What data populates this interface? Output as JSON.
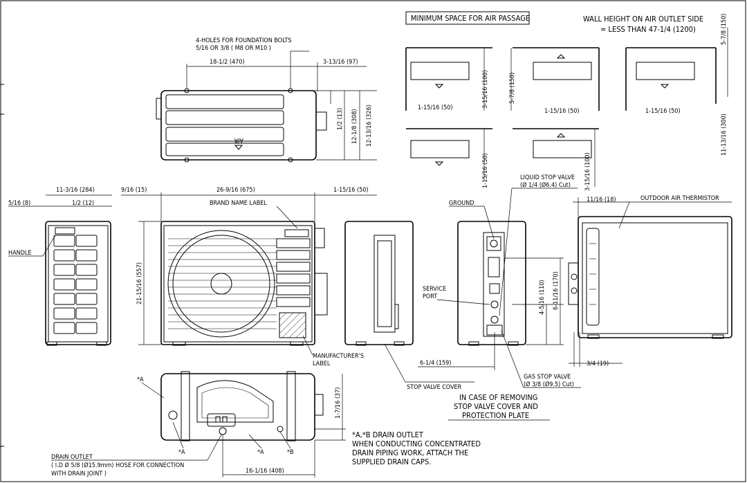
{
  "labels": {
    "foundation_holes": "4-HOLES FOR FOUNDATION BOLTS",
    "foundation_holes_size": "5/16 OR 3/8 ( M8 OR M10 )",
    "min_space": "MINIMUM SPACE FOR AIR PASSAGE",
    "wall_height_1": "WALL HEIGHT ON AIR OUTLET SIDE",
    "wall_height_2": "= LESS THAN 47-1/4 (1200)",
    "brand_name_label": "BRAND NAME LABEL",
    "handle": "HANDLE",
    "ground": "GROUND",
    "liquid_valve_1": "LIQUID STOP VALVE",
    "liquid_valve_2": "(Ø 1/4 (Ø6.4) Cut)",
    "outdoor_thermistor": "OUTDOOR AIR THERMISTOR",
    "service_port_1": "SERVICE",
    "service_port_2": "PORT",
    "manufacturer_label_1": "MANUFACTURER'S",
    "manufacturer_label_2": "LABEL",
    "stop_valve_cover": "STOP VALVE COVER",
    "gas_valve_1": "GAS STOP VALVE",
    "gas_valve_2": "(Ø 3/8 (Ø9.5) Cut)",
    "removing_1": "IN CASE OF REMOVING",
    "removing_2": "STOP VALVE COVER AND",
    "removing_3": "PROTECTION PLATE",
    "drain_note_1": "*A,*B DRAIN OUTLET",
    "drain_note_2": "WHEN CONDUCTING CONCENTRATED",
    "drain_note_3": "DRAIN PIPING WORK, ATTACH THE",
    "drain_note_4": "SUPPLIED DRAIN CAPS.",
    "drain_outlet_1": "DRAIN OUTLET",
    "drain_outlet_2": "( I.D Ø 5/8 (Ø15.9mm) HOSE FOR CONNECTION",
    "drain_outlet_3": "WITH DRAIN JOINT )",
    "star_a": "*A",
    "star_b": "*B",
    "air": "AIR"
  },
  "dims": {
    "d_18_1_2": "18-1/2 (470)",
    "d_3_13_16": "3-13/16 (97)",
    "d_1_2_13": "1/2 (13)",
    "d_12_1_8": "12-1/8 (308)",
    "d_12_13_16": "12-13/16 (326)",
    "d_11_3_16": "11-3/16 (284)",
    "d_9_16": "9/16 (15)",
    "d_26_9_16": "26-9/16 (675)",
    "d_1_15_16_top": "1-15/16 (50)",
    "d_5_16": "5/16 (8)",
    "d_1_2_12": "1/2 (12)",
    "d_21_15_16": "21-15/16 (557)",
    "d_11_16": "11/16 (18)",
    "d_4_5_16": "4-5/16 (110)",
    "d_6_11_16": "6-11/16 (170)",
    "d_6_1_4": "6-1/4 (159)",
    "d_3_4": "3/4 (19)",
    "d_1_7_16": "1-7/16 (37)",
    "d_16_1_16": "16-1/16 (408)",
    "s_3_15_16_a": "3-15/16 (100)",
    "s_1_15_16_a": "1-15/16 (50)",
    "s_5_7_8_a": "5-7/8 (150)",
    "s_1_15_16_b": "1-15/16 (50)",
    "s_5_7_8_b": "5-7/8 (150)",
    "s_1_15_16_c": "1-15/16 (50)",
    "s_11_13_16": "11-13/16 (300)",
    "s_1_15_16_d": "1-15/16 (50)",
    "s_3_15_16_b": "3-15/16 (100)"
  }
}
